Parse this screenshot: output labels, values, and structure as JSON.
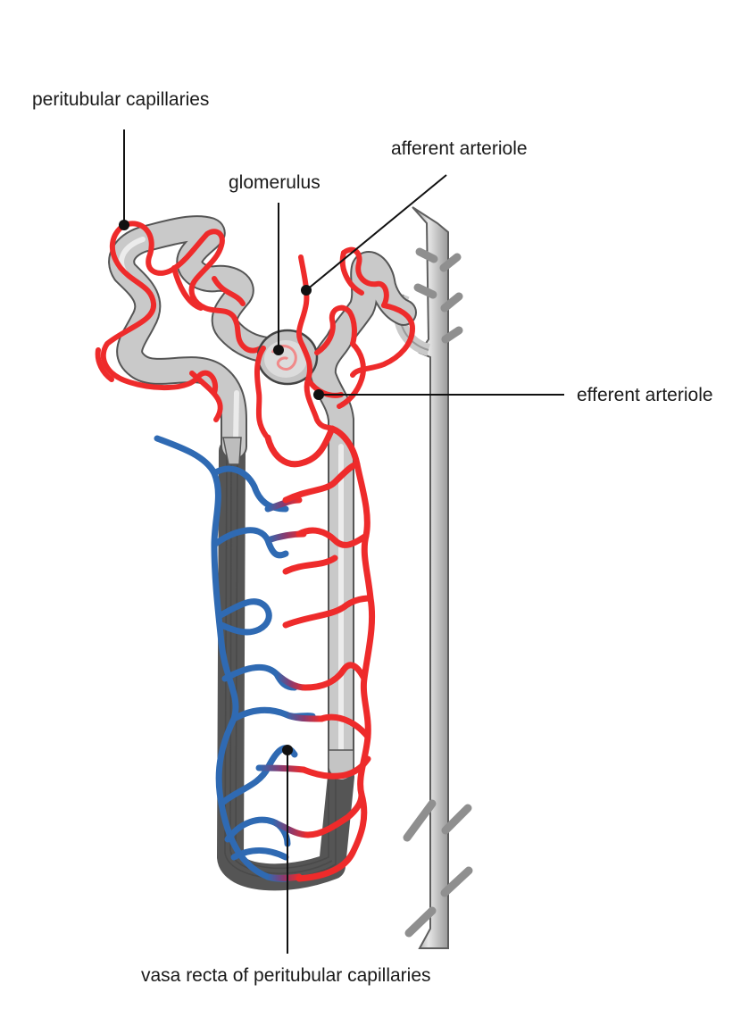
{
  "labels": {
    "peritubular": "peritubular capillaries",
    "afferent": "afferent arteriole",
    "glomerulus": "glomerulus",
    "efferent": "efferent arteriole",
    "vasa_recta": "vasa recta of peritubular capillaries"
  },
  "colors": {
    "artery": "#ee2b2b",
    "vein": "#2f6ab3",
    "tubule": "#c9c9c9",
    "tubule_outline": "#6a6a6a",
    "leader": "#111111"
  }
}
